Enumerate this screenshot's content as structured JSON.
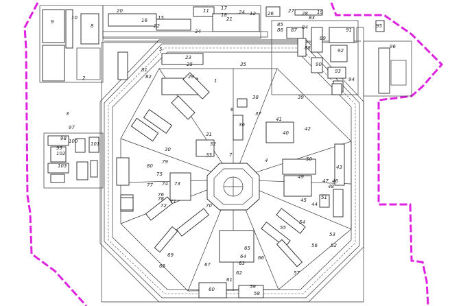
{
  "boundary_color": "#e020e0",
  "line_color": "#222222",
  "building_labels": [
    "1",
    "2",
    "3",
    "4",
    "5",
    "6",
    "7",
    "8",
    "9",
    "10",
    "11",
    "12",
    "15",
    "16",
    "17",
    "18",
    "19",
    "20",
    "21",
    "22",
    "23",
    "24",
    "25",
    "26",
    "27",
    "28",
    "29",
    "30",
    "31",
    "32",
    "33",
    "34",
    "35",
    "36",
    "37",
    "38",
    "39",
    "40",
    "41",
    "42",
    "43",
    "44",
    "45",
    "46",
    "47",
    "48",
    "49",
    "50",
    "51",
    "52",
    "53",
    "54",
    "55",
    "56",
    "57",
    "58",
    "59",
    "60",
    "61",
    "62",
    "63",
    "64",
    "65",
    "66",
    "67",
    "68",
    "69",
    "70",
    "71",
    "72",
    "73",
    "74",
    "75",
    "76",
    "77",
    "78",
    "79",
    "80",
    "81",
    "82",
    "83",
    "84",
    "85",
    "86",
    "87",
    "88",
    "89",
    "90",
    "91",
    "92",
    "93",
    "94",
    "95",
    "96",
    "97",
    "98",
    "99",
    "100",
    "101",
    "102",
    "103"
  ]
}
